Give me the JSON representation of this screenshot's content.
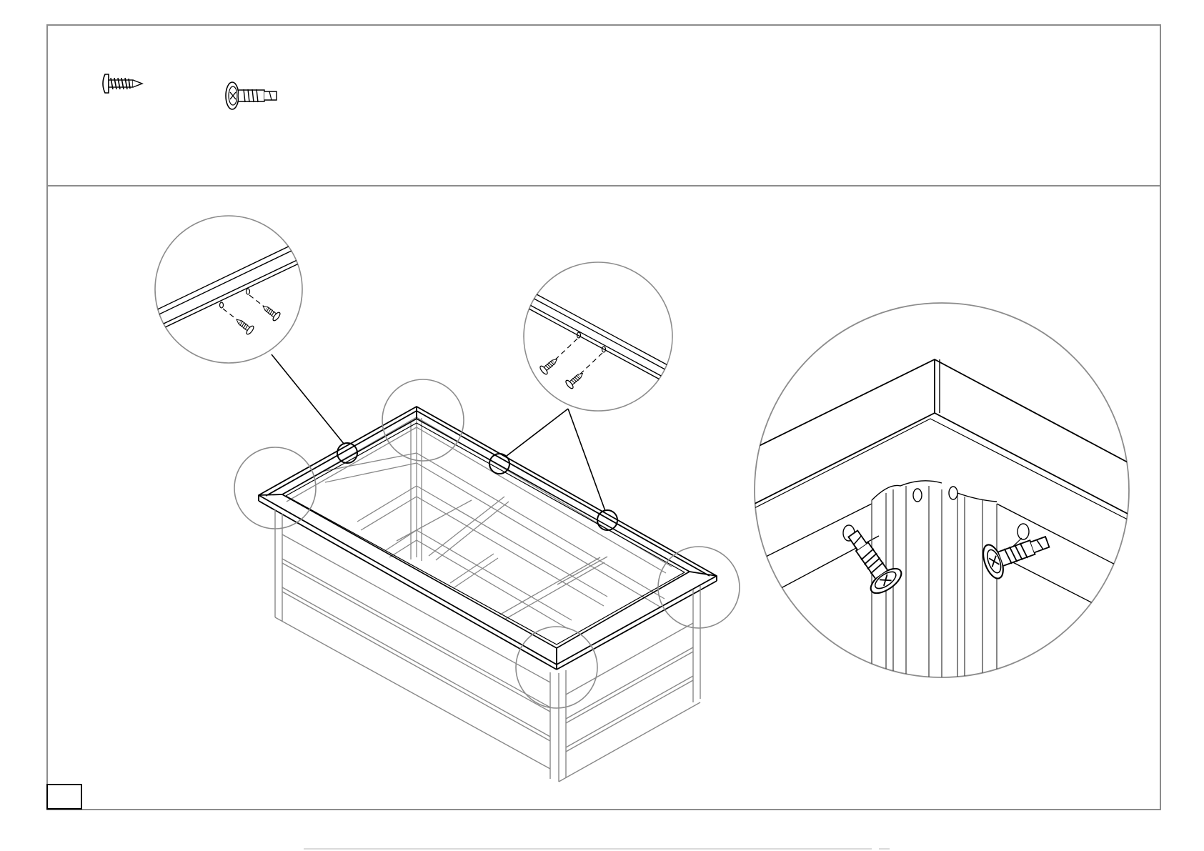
{
  "page": {
    "page_number": ""
  },
  "parts_panel": {
    "items": [
      {
        "icon": "pan-head-tapping-screw-icon"
      },
      {
        "icon": "washer-head-self-drilling-screw-icon"
      }
    ]
  },
  "assembly": {
    "subject": "raised-garden-bed-top-frame",
    "callouts": [
      "detail-circle-rail-screws-left",
      "detail-circle-rail-screws-right",
      "detail-circle-corner-enlarged"
    ]
  },
  "colors": {
    "line": "#000000",
    "frame": "#8c8c8c",
    "light": "#9a9a9a",
    "background": "#ffffff"
  }
}
